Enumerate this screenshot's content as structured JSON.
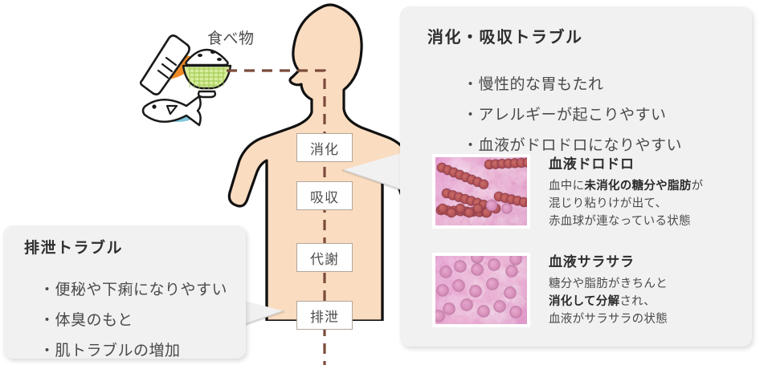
{
  "food": {
    "label": "食べ物",
    "icons": [
      "meat-icon",
      "rice-bowl-icon",
      "fish-icon"
    ]
  },
  "body": {
    "name": "human-body-silhouette",
    "skin_color": "#FADCC0",
    "outline_color": "#1a1a1a",
    "path_color": "#7a4b3a"
  },
  "process_boxes": [
    {
      "label": "消化"
    },
    {
      "label": "吸収"
    },
    {
      "label": "代謝"
    },
    {
      "label": "排泄"
    }
  ],
  "right_panel": {
    "title": "消化・吸収トラブル",
    "bullets": [
      "・慢性的な胃もたれ",
      "・アレルギーが起こりやすい",
      "・血液がドロドロになりやすい"
    ],
    "blocks": [
      {
        "image_name": "blood-rouleaux-microscope-image",
        "heading": "血液ドロドロ",
        "lines": [
          [
            {
              "t": "血中に",
              "b": false
            },
            {
              "t": "未消化の糖分や脂肪",
              "b": true
            },
            {
              "t": "が",
              "b": false
            }
          ],
          [
            {
              "t": "混じり粘りけが出て、",
              "b": false
            }
          ],
          [
            {
              "t": "赤血球が連なっている状態",
              "b": false
            }
          ]
        ]
      },
      {
        "image_name": "blood-healthy-microscope-image",
        "heading": "血液サラサラ",
        "lines": [
          [
            {
              "t": "糖分や脂肪がきちんと",
              "b": false
            }
          ],
          [
            {
              "t": "消化して分解",
              "b": true
            },
            {
              "t": "され、",
              "b": false
            }
          ],
          [
            {
              "t": "血液がサラサラの状態",
              "b": false
            }
          ]
        ]
      }
    ]
  },
  "left_panel": {
    "title": "排泄トラブル",
    "bullets": [
      "・便秘や下痢になりやすい",
      "・体臭のもと",
      "・肌トラブルの増加"
    ]
  },
  "colors": {
    "panel_bg": "#F1F1F1",
    "skin": "#FADCC0",
    "box_border": "#B0A79C",
    "text": "#4A4A4A",
    "heading": "#2E2E2E"
  }
}
